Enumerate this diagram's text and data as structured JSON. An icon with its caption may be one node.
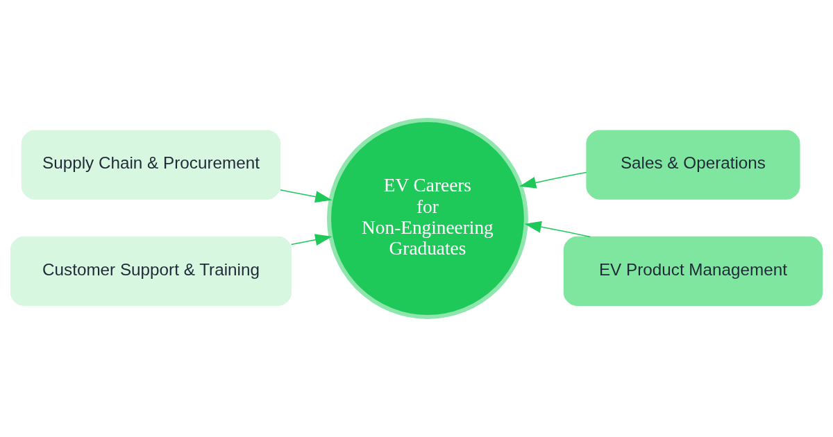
{
  "diagram": {
    "nodes": [
      {
        "text": [
          "Supply Chain & Procurement"
        ]
      },
      {
        "text": [
          "EV Careers for Non-Engineering Graduates"
        ]
      },
      {
        "text": [
          "Sales & Operations"
        ]
      },
      {
        "text": [
          "Customer Support & Training"
        ]
      },
      {
        "text": [
          "EV Product Management"
        ]
      }
    ],
    "edges": [
      {
        "from": 0,
        "to": 1,
        "arrow": "to"
      },
      {
        "from": 2,
        "to": 1,
        "arrow": "to"
      },
      {
        "from": 3,
        "to": 1,
        "arrow": "to"
      },
      {
        "from": 4,
        "to": 1,
        "arrow": "to"
      }
    ]
  }
}
